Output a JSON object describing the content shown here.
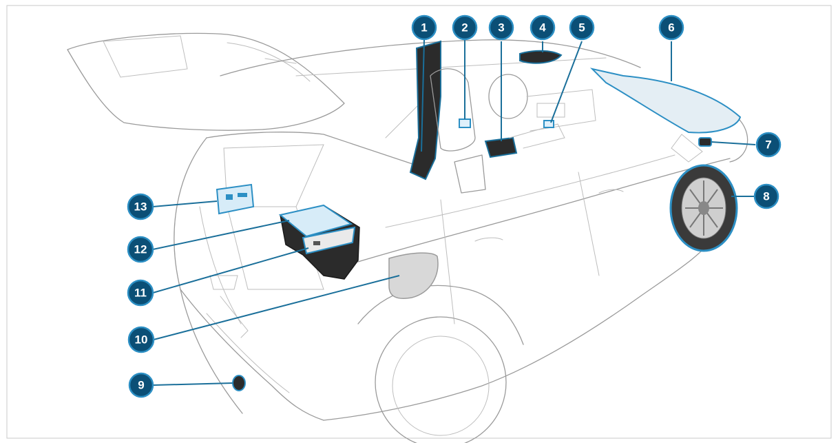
{
  "callouts": [
    {
      "id": "1",
      "label": "1"
    },
    {
      "id": "2",
      "label": "2"
    },
    {
      "id": "3",
      "label": "3"
    },
    {
      "id": "4",
      "label": "4"
    },
    {
      "id": "5",
      "label": "5"
    },
    {
      "id": "6",
      "label": "6"
    },
    {
      "id": "7",
      "label": "7"
    },
    {
      "id": "8",
      "label": "8"
    },
    {
      "id": "9",
      "label": "9"
    },
    {
      "id": "10",
      "label": "10"
    },
    {
      "id": "11",
      "label": "11"
    },
    {
      "id": "12",
      "label": "12"
    },
    {
      "id": "13",
      "label": "13"
    }
  ],
  "colors": {
    "accent": "#2c8fc4",
    "callout_fill": "#0b4f76",
    "outline": "#9a9a9a",
    "frame": "#c8c8c8"
  }
}
